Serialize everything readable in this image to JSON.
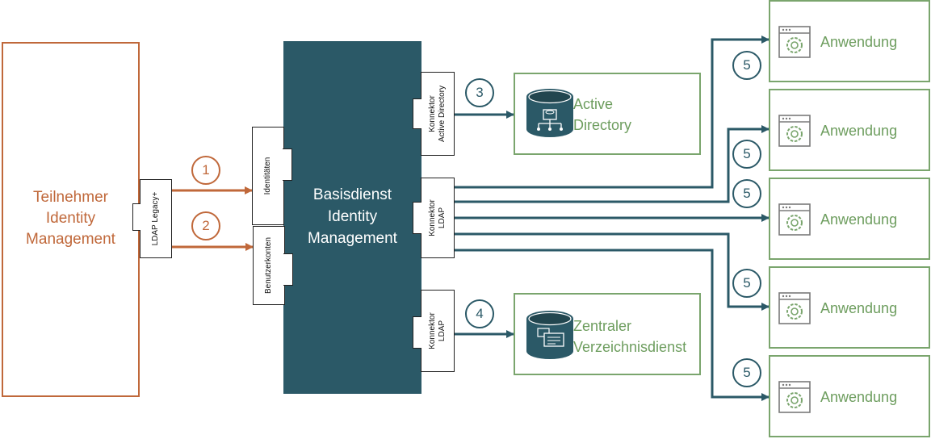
{
  "participant": {
    "line1": "Teilnehmer",
    "line2": "Identity",
    "line3": "Management"
  },
  "legacy_connector": "LDAP Legacy+",
  "hub": {
    "line1": "Basisdienst",
    "line2": "Identity",
    "line3": "Management"
  },
  "hub_ports": {
    "identities": "Identitäten",
    "accounts": "Benutzerkonten"
  },
  "connectors": {
    "ad": {
      "line1": "Konnektor",
      "line2": "Active Directory"
    },
    "ldap_apps": {
      "line1": "Konnektor",
      "line2": "LDAP"
    },
    "ldap_dir": {
      "line1": "Konnektor",
      "line2": "LDAP"
    }
  },
  "targets": {
    "active_directory": {
      "line1": "Active",
      "line2": "Directory"
    },
    "central_directory": {
      "line1": "Zentraler",
      "line2": "Verzeichnisdienst"
    }
  },
  "apps": [
    {
      "label": "Anwendung"
    },
    {
      "label": "Anwendung"
    },
    {
      "label": "Anwendung"
    },
    {
      "label": "Anwendung"
    },
    {
      "label": "Anwendung"
    }
  ],
  "steps": [
    "1",
    "2",
    "3",
    "4",
    "5",
    "5",
    "5",
    "5",
    "5"
  ],
  "colors": {
    "orange": "#c0683a",
    "teal": "#2b5967",
    "green": "#7aa56d"
  },
  "icons": {
    "database": "database-icon",
    "app": "gear-window-icon"
  }
}
